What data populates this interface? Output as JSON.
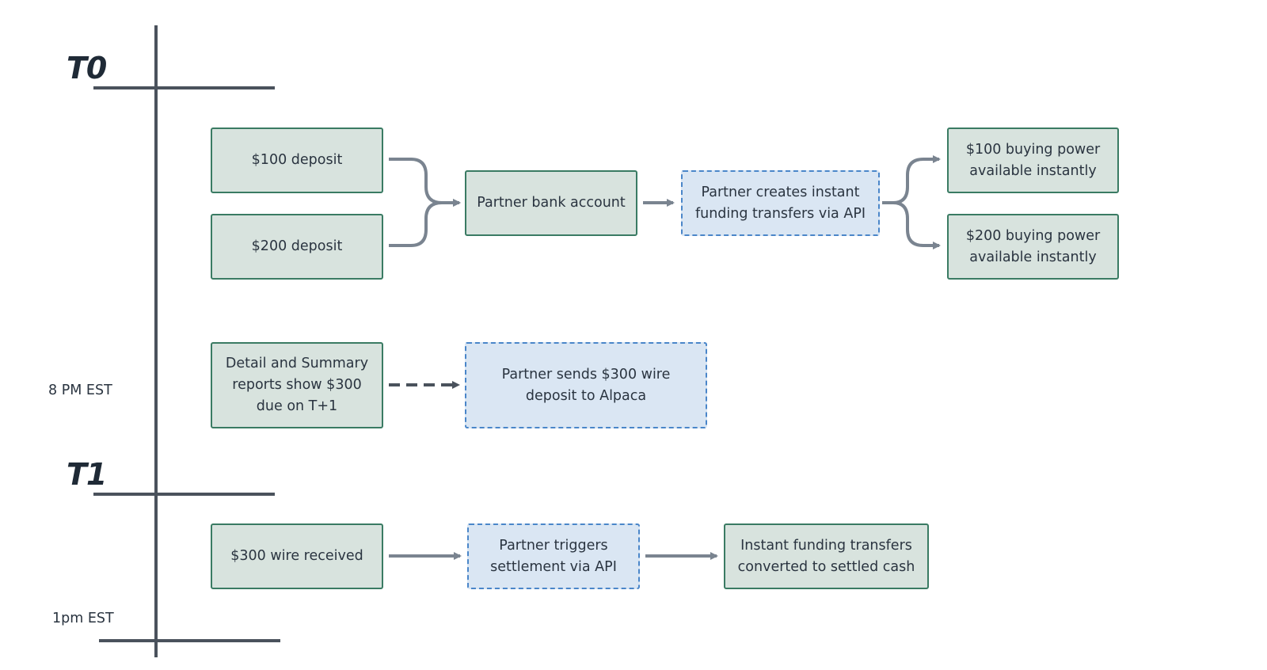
{
  "timeline": {
    "t0_label": "T0",
    "t1_label": "T1",
    "time_8pm": "8 PM EST",
    "time_1pm": "1pm EST"
  },
  "boxes": {
    "deposit_100": "$100 deposit",
    "deposit_200": "$200 deposit",
    "partner_bank": "Partner bank account",
    "partner_instant": "Partner creates instant funding transfers via API",
    "buying_power_100": "$100 buying power available instantly",
    "buying_power_200": "$200 buying power available instantly",
    "reports": "Detail and Summary reports show $300 due on T+1",
    "wire_send": "Partner sends $300 wire deposit to Alpaca",
    "wire_received": "$300 wire received",
    "trigger_settlement": "Partner triggers settlement via API",
    "converted": "Instant funding transfers converted to settled cash"
  },
  "colors": {
    "solid_fill": "#d8e3de",
    "solid_border": "#3a7b63",
    "dashed_fill": "#dae6f3",
    "dashed_border": "#4a86c9",
    "connector": "#7a8490",
    "timeline": "#4a525c"
  }
}
